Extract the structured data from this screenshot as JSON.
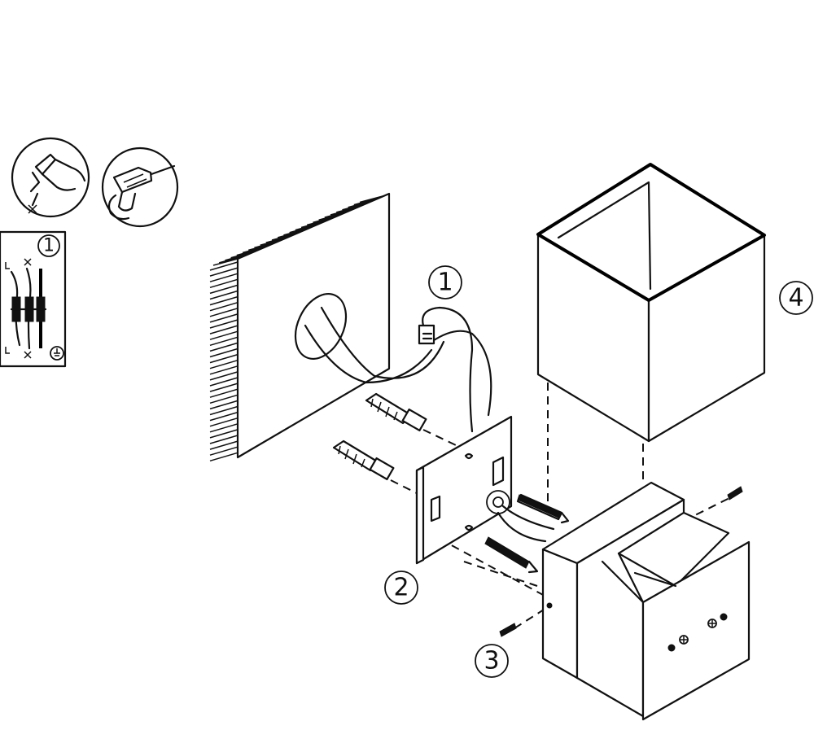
{
  "callouts": {
    "wiring": "1",
    "mounting_plate": "2",
    "fixing_screw": "3",
    "shade": "4",
    "wiring_inset": "1"
  },
  "icons": [
    "wire-stripper-icon",
    "drill-icon",
    "ground-symbol-icon"
  ]
}
